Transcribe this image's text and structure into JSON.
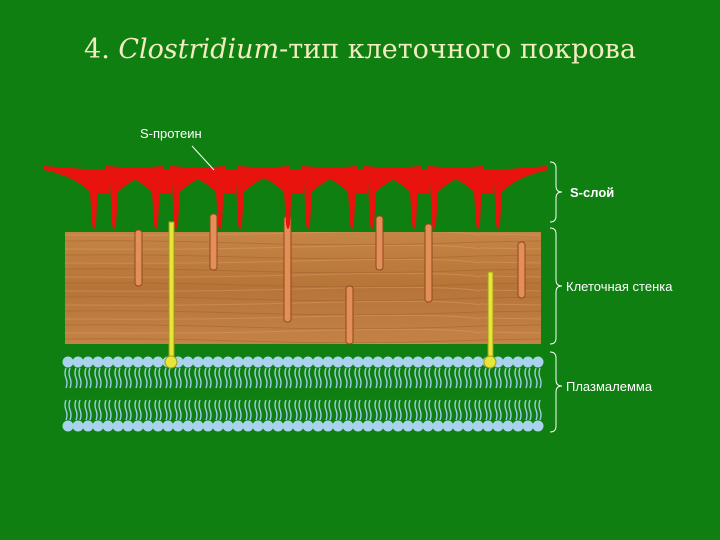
{
  "title": {
    "number": "4.",
    "genus": "Clostridium",
    "rest": "-тип клеточного покрова"
  },
  "labels": {
    "s_protein": "S-протеин",
    "s_layer": "S-слой",
    "cell_wall": "Клеточная стенка",
    "plasmalemma": "Плазмалемма"
  },
  "colors": {
    "background": "#0f7f12",
    "title": "#f3ecc0",
    "s_protein": "#e8130c",
    "wall": "#bf7a3e",
    "fiber": "#e38f58",
    "anchor": "#e6e63a",
    "lipid_head": "#a9d3ec",
    "lipid_tail": "#9ccbe5"
  }
}
